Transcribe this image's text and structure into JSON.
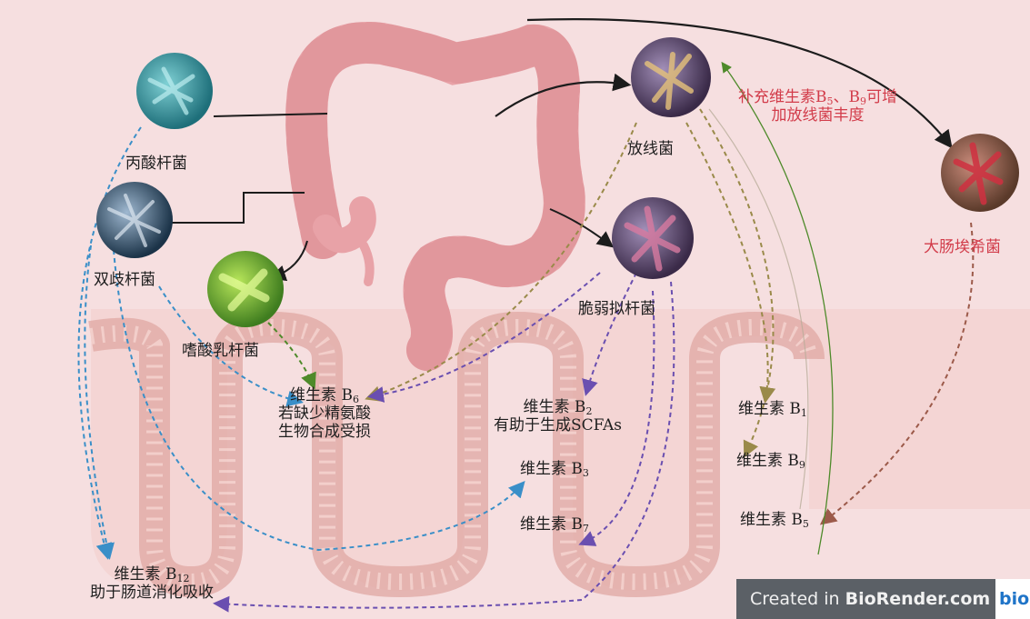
{
  "bacteria": {
    "propionibacterium": "丙酸杆菌",
    "bifidobacterium": "双歧杆菌",
    "lactobacillus": "嗜酸乳杆菌",
    "actinomycetes": "放线菌",
    "bacteroides": "脆弱拟杆菌",
    "ecoli": "大肠埃希菌"
  },
  "note": {
    "line1_pre": "补充维生素B",
    "sub1": "5",
    "mid": "、B",
    "sub2": "9",
    "line1_post": "可增",
    "line2": "加放线菌丰度"
  },
  "vitamins": {
    "prefix": "维生素 B",
    "b6": {
      "sub": "6",
      "desc1": "若缺少精氨酸",
      "desc2": "生物合成受损"
    },
    "b2": {
      "sub": "2",
      "desc": "有助于生成SCFAs"
    },
    "b3": {
      "sub": "3"
    },
    "b7": {
      "sub": "7"
    },
    "b1": {
      "sub": "1"
    },
    "b9": {
      "sub": "9"
    },
    "b5": {
      "sub": "5"
    },
    "b12": {
      "sub": "12",
      "desc": "助于肠道消化吸收"
    }
  },
  "watermark": {
    "prefix": "Created in ",
    "brand": "BioRender.com",
    "logo": "bio"
  },
  "colors": {
    "background": "#f6dfe0",
    "intestine": "#e8a2a7",
    "villi": "#f3c9c6",
    "accent_red": "#d23c4a"
  }
}
